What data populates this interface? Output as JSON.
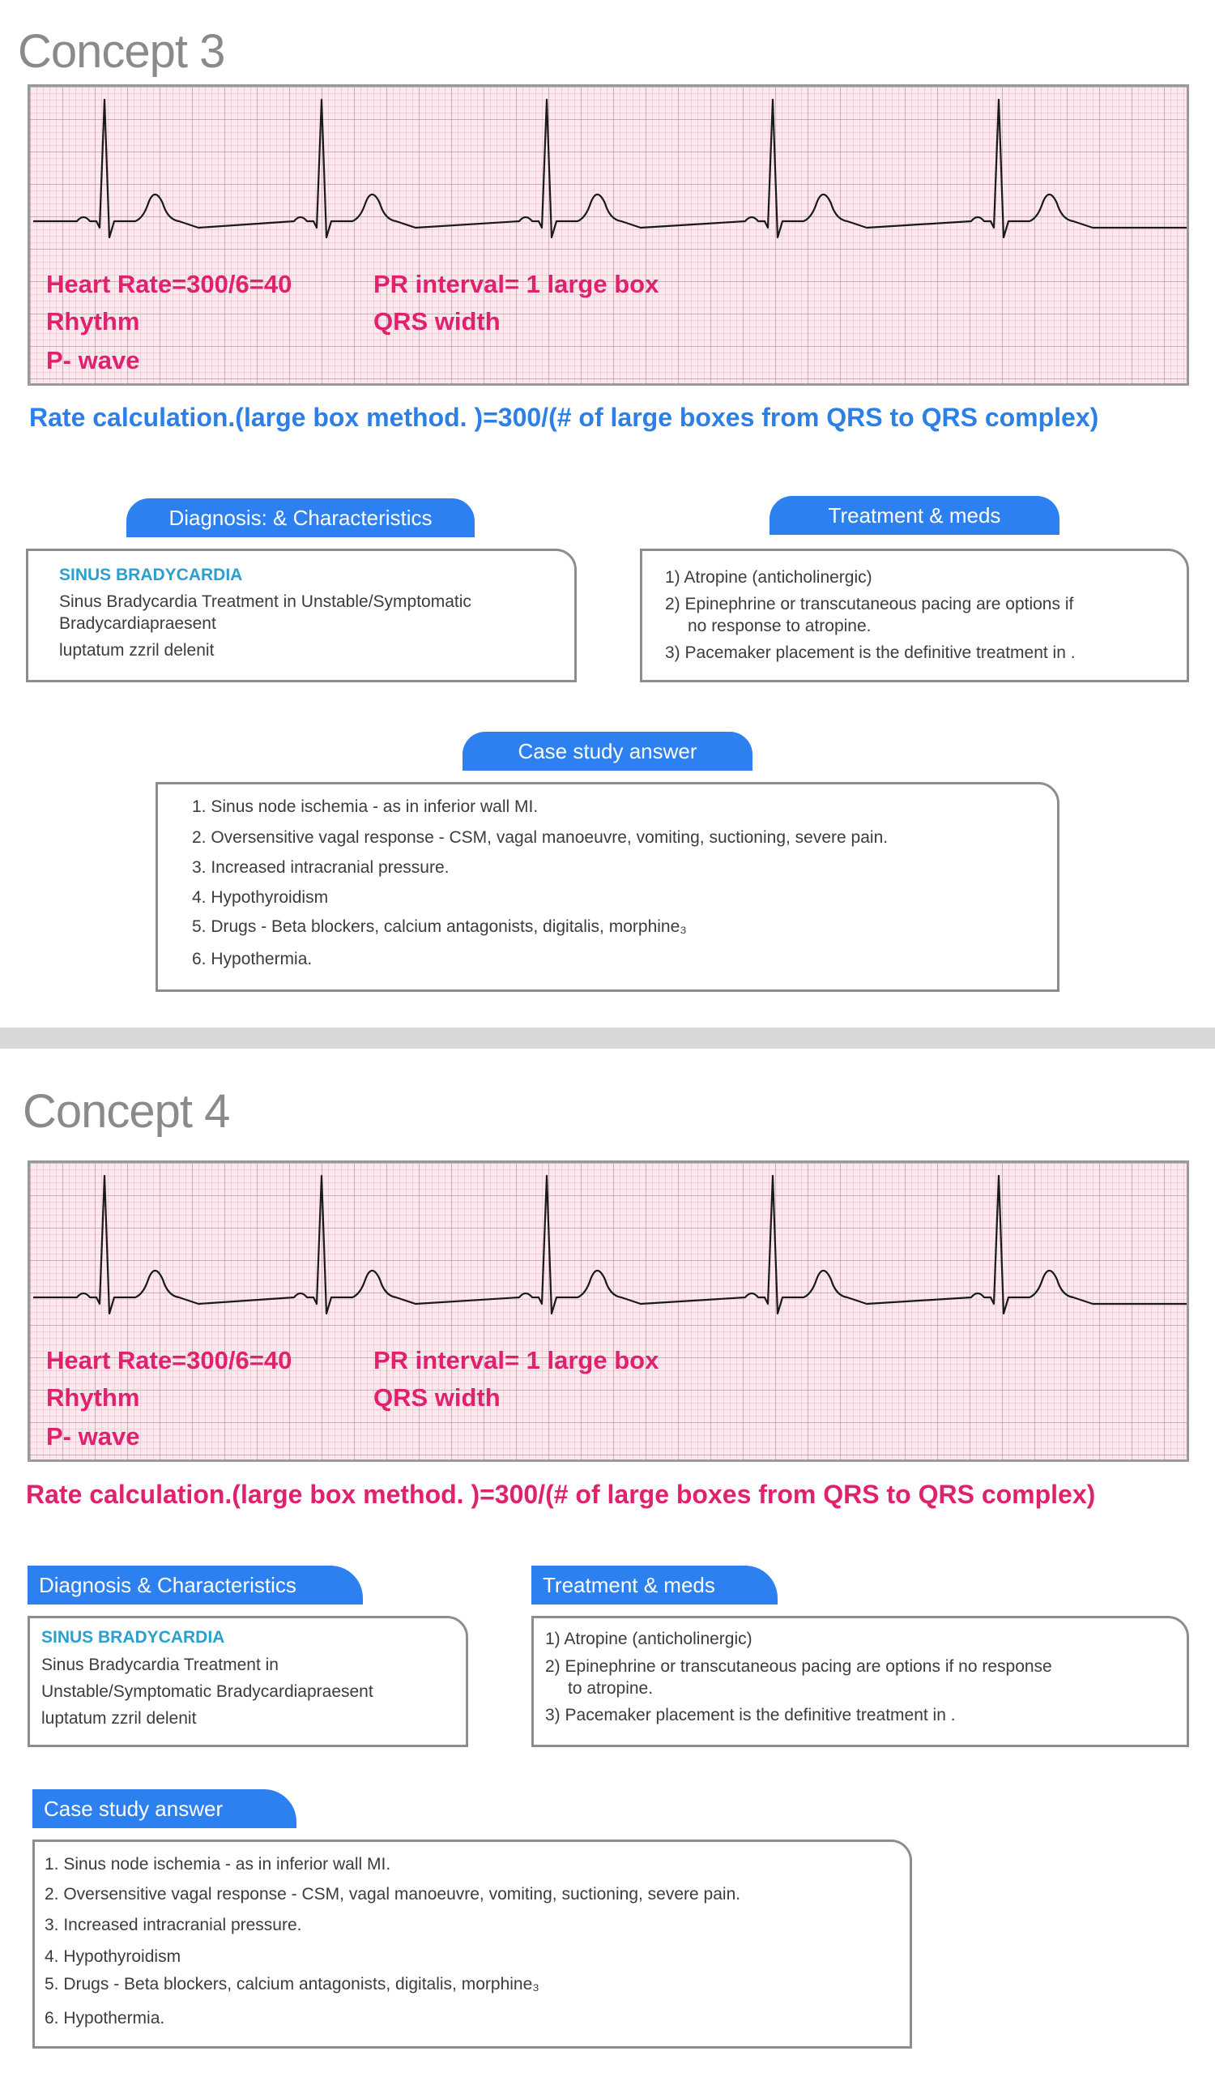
{
  "concepts": [
    {
      "title": "Concept 3",
      "ecg": {
        "labels": [
          "Heart Rate=300/6=40",
          "Rhythm",
          "P- wave",
          "PR interval= 1 large box",
          "QRS width"
        ]
      },
      "rate_calc": "Rate calculation.(large box method. )=300/(# of large boxes from QRS to QRS complex)",
      "rate_calc_color": "#2d7fe8",
      "diagnosis": {
        "tab": "Diagnosis: & Characteristics",
        "title": "SINUS BRADYCARDIA",
        "lines": [
          "Sinus Bradycardia Treatment in Unstable/Symptomatic",
          "Bradycardiapraesent",
          "luptatum zzril delenit"
        ]
      },
      "treatment": {
        "tab": "Treatment & meds",
        "lines": [
          "1) Atropine (anticholinergic)",
          "2) Epinephrine or transcutaneous pacing are options if",
          "no response to atropine.",
          "3) Pacemaker placement is the definitive treatment in ."
        ]
      },
      "case_study": {
        "tab": "Case study  answer",
        "items": [
          "1. Sinus node ischemia - as in inferior wall MI.",
          "2. Oversensitive vagal response - CSM, vagal  manoeuvre, vomiting, suctioning, severe pain.",
          "3. Increased intracranial pressure.",
          "4. Hypothyroidism",
          "5. Drugs - Beta blockers, calcium antagonists, digitalis, morphine₃",
          "6. Hypothermia."
        ]
      }
    },
    {
      "title": "Concept 4",
      "ecg": {
        "labels": [
          "Heart Rate=300/6=40",
          "Rhythm",
          "P- wave",
          "PR interval= 1 large box",
          "QRS width"
        ]
      },
      "rate_calc": "Rate calculation.(large box method. )=300/(# of large boxes from QRS to QRS complex)",
      "rate_calc_color": "#e0226e",
      "diagnosis": {
        "tab": "Diagnosis & Characteristics",
        "title": "SINUS BRADYCARDIA",
        "lines": [
          "Sinus Bradycardia Treatment in",
          "Unstable/Symptomatic Bradycardiapraesent",
          "luptatum zzril delenit"
        ]
      },
      "treatment": {
        "tab": "Treatment & meds",
        "lines": [
          "1) Atropine (anticholinergic)",
          "2) Epinephrine or transcutaneous pacing are options if no response",
          "to atropine.",
          "3) Pacemaker placement is the definitive treatment in ."
        ]
      },
      "case_study": {
        "tab": "Case study  answer",
        "items": [
          "1. Sinus node ischemia - as in inferior wall MI.",
          "2. Oversensitive vagal response - CSM, vagal  manoeuvre, vomiting, suctioning, severe pain.",
          "3. Increased intracranial pressure.",
          "4. Hypothyroidism",
          "5. Drugs - Beta blockers, calcium antagonists, digitalis, morphine₃",
          "6. Hypothermia."
        ]
      }
    }
  ],
  "colors": {
    "accent_blue": "#2d80f0",
    "ecg_label_pink": "#e0226e",
    "diagnosis_title": "#2a9fd0",
    "ecg_background": "#fde8ee"
  }
}
